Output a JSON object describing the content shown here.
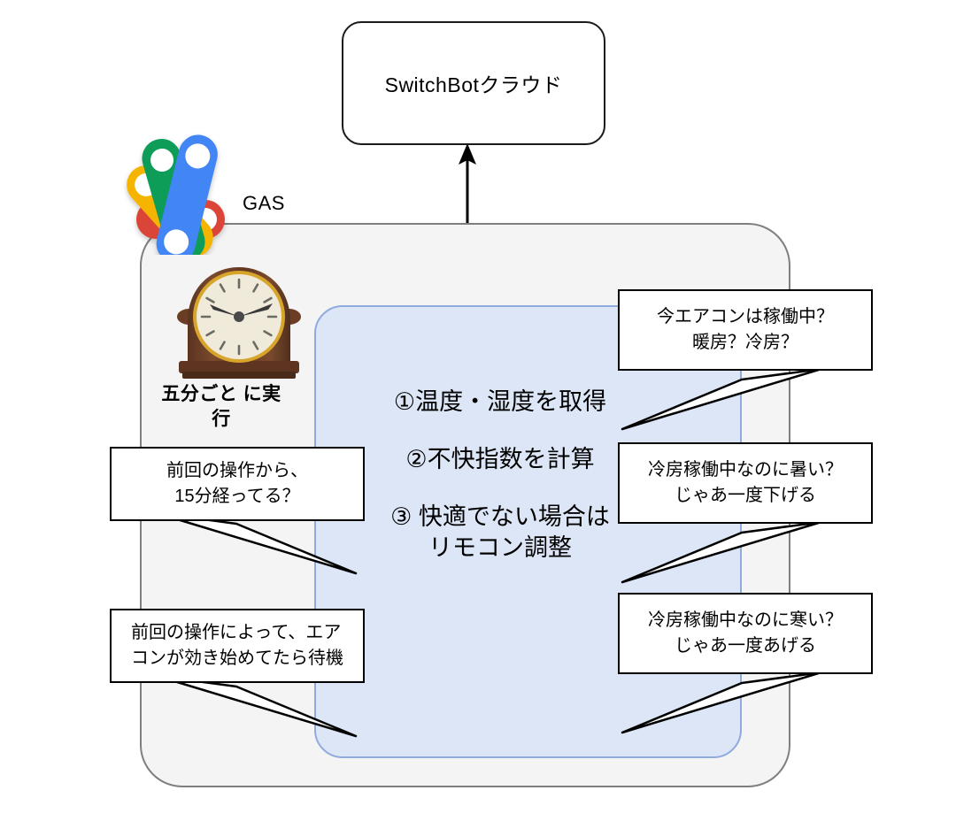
{
  "diagram": {
    "cloud": {
      "label": "SwitchBotクラウド",
      "name": "switchbot-cloud-box"
    },
    "gas": {
      "label": "GAS",
      "logo_colors": {
        "red": "#DB4437",
        "yellow": "#F4B400",
        "green": "#0F9D58",
        "blue": "#4285F4"
      }
    },
    "trigger": {
      "icon": "mantelpiece-clock",
      "caption": "五分ごと\nに実行"
    },
    "colors": {
      "outer_fill": "#f4f4f4",
      "outer_border": "#7f7f7f",
      "inner_fill": "#dce6f6",
      "inner_border": "#8faadc",
      "callout_border": "#000000",
      "callout_fill": "#ffffff"
    },
    "steps": [
      {
        "text": "①温度・湿度を取得"
      },
      {
        "text": "②不快指数を計算"
      },
      {
        "text": "③ 快適でない場合は\nリモコン調整"
      }
    ],
    "callouts_right": [
      {
        "text": "今エアコンは稼働中？\n暖房？冷房？"
      },
      {
        "text": "冷房稼働中なのに暑い？\nじゃあ一度下げる"
      },
      {
        "text": "冷房稼働中なのに寒い？\nじゃあ一度あげる"
      }
    ],
    "callouts_left": [
      {
        "text": "前回の操作から、\n15分経ってる？"
      },
      {
        "text": "前回の操作によって、エア\nコンが効き始めてたら待機"
      }
    ]
  }
}
